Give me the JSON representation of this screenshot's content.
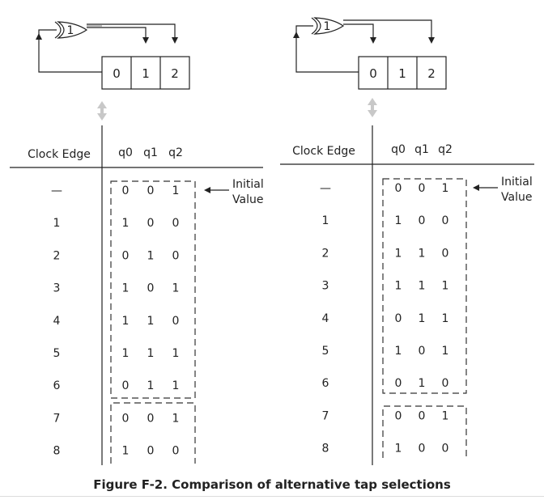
{
  "diagrams": [
    {
      "xor_label": "1",
      "register": [
        "0",
        "1",
        "2"
      ],
      "table": {
        "header_clock": "Clock Edge",
        "header_cols": [
          "q0",
          "q1",
          "q2"
        ],
        "initial_label_line1": "Initial",
        "initial_label_line2": "Value",
        "rows": [
          {
            "edge": "—",
            "q": [
              "0",
              "0",
              "1"
            ]
          },
          {
            "edge": "1",
            "q": [
              "1",
              "0",
              "0"
            ]
          },
          {
            "edge": "2",
            "q": [
              "0",
              "1",
              "0"
            ]
          },
          {
            "edge": "3",
            "q": [
              "1",
              "0",
              "1"
            ]
          },
          {
            "edge": "4",
            "q": [
              "1",
              "1",
              "0"
            ]
          },
          {
            "edge": "5",
            "q": [
              "1",
              "1",
              "1"
            ]
          },
          {
            "edge": "6",
            "q": [
              "0",
              "1",
              "1"
            ]
          },
          {
            "edge": "7",
            "q": [
              "0",
              "0",
              "1"
            ]
          },
          {
            "edge": "8",
            "q": [
              "1",
              "0",
              "0"
            ]
          }
        ]
      }
    },
    {
      "xor_label": "1",
      "register": [
        "0",
        "1",
        "2"
      ],
      "table": {
        "header_clock": "Clock Edge",
        "header_cols": [
          "q0",
          "q1",
          "q2"
        ],
        "initial_label_line1": "Initial",
        "initial_label_line2": "Value",
        "rows": [
          {
            "edge": "—",
            "q": [
              "0",
              "0",
              "1"
            ]
          },
          {
            "edge": "1",
            "q": [
              "1",
              "0",
              "0"
            ]
          },
          {
            "edge": "2",
            "q": [
              "1",
              "1",
              "0"
            ]
          },
          {
            "edge": "3",
            "q": [
              "1",
              "1",
              "1"
            ]
          },
          {
            "edge": "4",
            "q": [
              "0",
              "1",
              "1"
            ]
          },
          {
            "edge": "5",
            "q": [
              "1",
              "0",
              "1"
            ]
          },
          {
            "edge": "6",
            "q": [
              "0",
              "1",
              "0"
            ]
          },
          {
            "edge": "7",
            "q": [
              "0",
              "0",
              "1"
            ]
          },
          {
            "edge": "8",
            "q": [
              "1",
              "0",
              "0"
            ]
          }
        ]
      }
    }
  ],
  "caption": "Figure F-2. Comparison of alternative tap selections"
}
